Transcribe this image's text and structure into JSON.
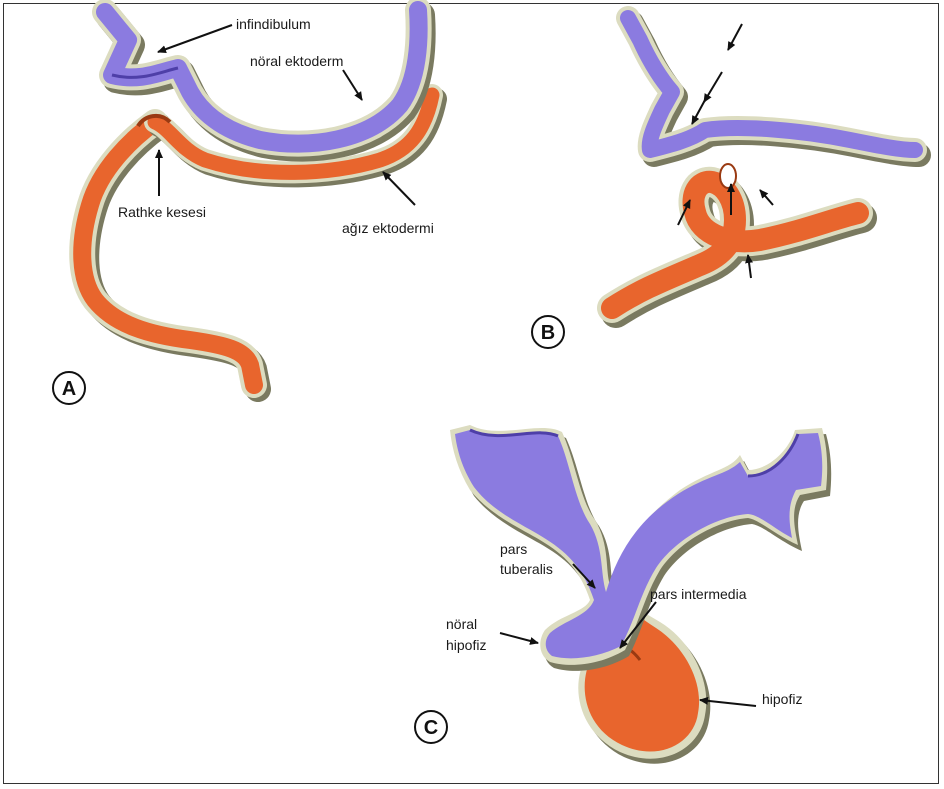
{
  "colors": {
    "neural": "#8B7BE0",
    "neural_dark": "#4E3FA8",
    "oral": "#E8652D",
    "oral_dark": "#9A3A12",
    "rim": "#DCDCC0",
    "shadow": "#7A7A60"
  },
  "panels": {
    "a": {
      "letter": "A",
      "labels": {
        "infundibulum": "infindibulum",
        "neural_ectoderm": "nöral ektoderm",
        "rathke_pouch": "Rathke kesesi",
        "oral_ectoderm": "ağız ektodermi"
      }
    },
    "b": {
      "letter": "B"
    },
    "c": {
      "letter": "C",
      "labels": {
        "pars_tuberalis_1": "pars",
        "pars_tuberalis_2": "tuberalis",
        "pars_intermedia": "pars intermedia",
        "neural_hypophysis_1": "nöral",
        "neural_hypophysis_2": "hipofiz",
        "hypophysis": "hipofiz"
      }
    }
  }
}
